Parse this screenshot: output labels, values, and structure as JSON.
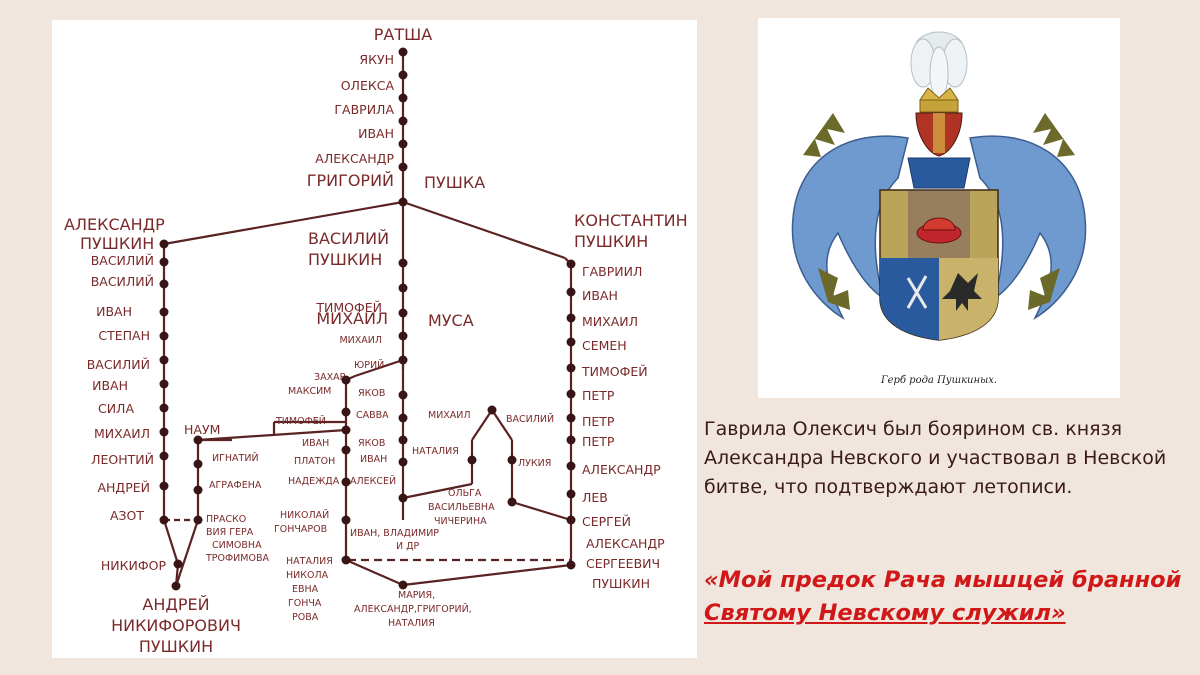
{
  "tree": {
    "nodes": {
      "ratsha": "РАТША",
      "yakun": "ЯКУН",
      "oleksa": "ОЛЕКСА",
      "gavrila": "ГАВРИЛА",
      "ivan_top": "ИВАН",
      "aleksandr_top": "АЛЕКСАНДР",
      "grigoriy": "ГРИГОРИЙ",
      "pushka": "ПУШКА",
      "aleksandr_pushkin_1": "АЛЕКСАНДР",
      "aleksandr_pushkin_2": "ПУШКИН",
      "vasiliy_pushkin_1": "ВАСИЛИЙ",
      "vasiliy_pushkin_2": "ПУШКИН",
      "konstantin_pushkin_1": "КОНСТАНТИН",
      "konstantin_pushkin_2": "ПУШКИН",
      "l_vasiliy1": "ВАСИЛИЙ",
      "l_vasiliy2": "ВАСИЛИЙ",
      "l_ivan": "ИВАН",
      "l_stepan": "СТЕПАН",
      "l_vasiliy3": "ВАСИЛИЙ",
      "l_ivan2": "ИВАН",
      "l_sila": "СИЛА",
      "l_mikhail": "МИХАИЛ",
      "l_leontiy": "ЛЕОНТИЙ",
      "l_andrey": "АНДРЕЙ",
      "l_azot": "АЗОТ",
      "l_nikifor": "НИКИФОР",
      "andrey_nik_1": "АНДРЕЙ",
      "andrey_nik_2": "НИКИФОРОВИЧ",
      "andrey_nik_3": "ПУШКИН",
      "naum": "НАУМ",
      "ignatiy": "ИГНАТИЙ",
      "agrafena": "АГРАФЕНА",
      "praskoviya_1": "ПРАСКО",
      "praskoviya_2": "ВИЯ ГЕРА",
      "praskoviya_3": "СИМОВНА",
      "praskoviya_4": "ТРОФИМОВА",
      "c_timofey": "ТИМОФЕЙ",
      "c_mikhail": "МИХАИЛ",
      "c_mikhail_sm": "МИХАИЛ",
      "musa": "МУСА",
      "yuriy": "ЮРИЙ",
      "zakhar_1": "ЗАХАР",
      "zakhar_2": "МАКСИМ",
      "yakov1": "ЯКОВ",
      "savva": "САВВА",
      "timofey2": "ТИМОФЕЙ",
      "ivan_m": "ИВАН",
      "yakov2": "ЯКОВ",
      "ivan_m2": "ИВАН",
      "platon": "ПЛАТОН",
      "nadezhda": "НАДЕЖДА",
      "aleksey": "АЛЕКСЕЙ",
      "nikolay_1": "НИКОЛАЙ",
      "nikolay_2": "ГОНЧАРОВ",
      "ivan_vlad_1": "ИВАН, ВЛАДИМИР",
      "ivan_vlad_2": "И ДР",
      "natalia_1": "НАТАЛИЯ",
      "natalia_2": "НИКОЛА",
      "natalia_3": "ЕВНА",
      "natalia_4": "ГОНЧА",
      "natalia_5": "РОВА",
      "maria_1": "МАРИЯ,",
      "maria_2": "АЛЕКСАНДР,ГРИГОРИЙ,",
      "maria_3": "НАТАЛИЯ",
      "r_mikhail": "МИХАИЛ",
      "r_natalia": "НАТАЛИЯ",
      "r_vasiliy": "ВАСИЛИЙ",
      "r_lukiya": "ЛУКИЯ",
      "olga_1": "ОЛЬГА",
      "olga_2": "ВАСИЛЬЕВНА",
      "olga_3": "ЧИЧЕРИНА",
      "k_gavriil": "ГАВРИИЛ",
      "k_ivan": "ИВАН",
      "k_mikhail": "МИХАИЛ",
      "k_semen": "СЕМЕН",
      "k_timofey": "ТИМОФЕЙ",
      "k_petr1": "ПЕТР",
      "k_petr2": "ПЕТР",
      "k_petr3": "ПЕТР",
      "k_aleksandr": "АЛЕКСАНДР",
      "k_lev": "ЛЕВ",
      "k_sergey": "СЕРГЕЙ",
      "as_pushkin_1": "АЛЕКСАНДР",
      "as_pushkin_2": "СЕРГЕЕВИЧ",
      "as_pushkin_3": "ПУШКИН"
    },
    "colors": {
      "line": "#5b2222",
      "text": "#7a2a2a"
    }
  },
  "crest": {
    "caption": "Герб рода Пушкиных.",
    "colors": {
      "gold": "#b9a45a",
      "blue": "#2a5a9e",
      "red": "#c0262b",
      "mantling_blue": "#6f9ad0",
      "leaf": "#6b6a2a"
    }
  },
  "text": {
    "description": "Гаврила Олексич был боярином св. князя Александра Невского и участвовал в Невской битве, что подтверждают летописи.",
    "quote_line1": "«Мой предок Рача мышцей бранной",
    "quote_line2": "Святому Невскому служил»"
  }
}
